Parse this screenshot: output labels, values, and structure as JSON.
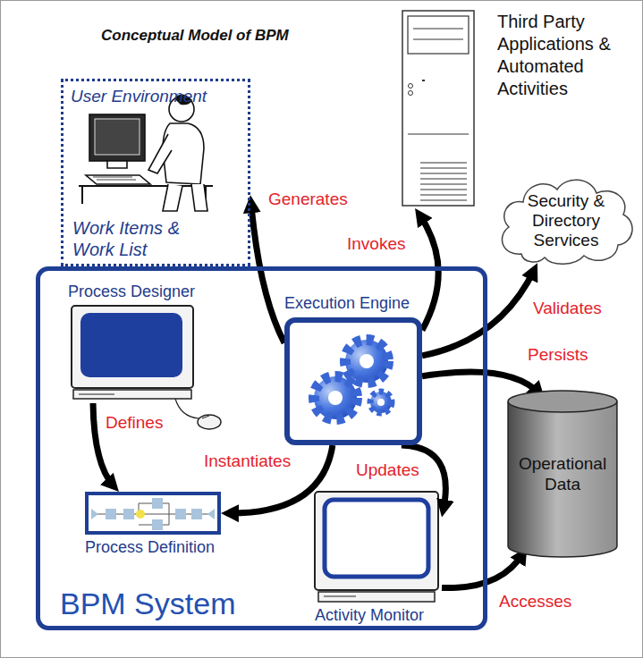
{
  "diagram": {
    "title": "Conceptual Model of BPM",
    "nodes": [
      {
        "text": [
          "User Environment",
          "Work Items & Work List"
        ]
      },
      {
        "text": [
          "Third Party Applications & Automated Activities"
        ]
      },
      {
        "text": [
          "Security & Directory Services"
        ]
      },
      {
        "text": [
          "BPM System"
        ]
      },
      {
        "text": [
          "Process Designer"
        ],
        "in": 3
      },
      {
        "text": [
          "Execution Engine"
        ],
        "in": 3
      },
      {
        "text": [
          "Process Definition"
        ],
        "in": 3
      },
      {
        "text": [
          "Activity Monitor"
        ],
        "in": 3
      },
      {
        "text": [
          "Operational Data"
        ]
      }
    ],
    "edges": [
      {
        "from": 5,
        "to": 0,
        "label": "Generates",
        "arrow": "to"
      },
      {
        "from": 5,
        "to": 1,
        "label": "Invokes",
        "arrow": "to"
      },
      {
        "from": 5,
        "to": 2,
        "label": "Validates",
        "arrow": "to"
      },
      {
        "from": 5,
        "to": 8,
        "label": "Persists",
        "arrow": "to"
      },
      {
        "from": 4,
        "to": 6,
        "label": "Defines",
        "arrow": "to"
      },
      {
        "from": 5,
        "to": 6,
        "label": "Instantiates",
        "arrow": "to"
      },
      {
        "from": 5,
        "to": 7,
        "label": "Updates",
        "arrow": "to"
      },
      {
        "from": 7,
        "to": 8,
        "label": "Accesses",
        "arrow": "to"
      }
    ]
  }
}
